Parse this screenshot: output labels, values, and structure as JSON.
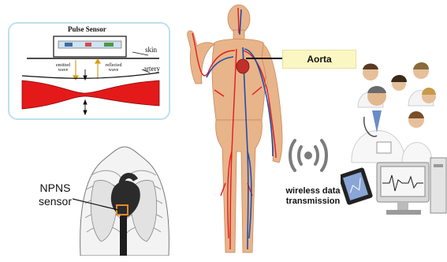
{
  "pulse_inset": {
    "title": "Pulse Sensor",
    "skin_label": "skin",
    "artery_label": "artery",
    "emitted_wave_line1": "emitted",
    "emitted_wave_line2": "wave",
    "reflected_wave_line1": "reflected",
    "reflected_wave_line2": "wave"
  },
  "aorta_label": "Aorta",
  "wireless_label_line1": "wireless data",
  "wireless_label_line2": "transmission",
  "sensor_label_line1": "NPNS",
  "sensor_label_line2": "sensor",
  "colors": {
    "artery_red": "#e41a1a",
    "aorta_box_fill": "#fbf7c3",
    "inset_border": "#bde0ee",
    "skin_tone": "#e8b48a",
    "vein_blue": "#1f4fa8"
  }
}
